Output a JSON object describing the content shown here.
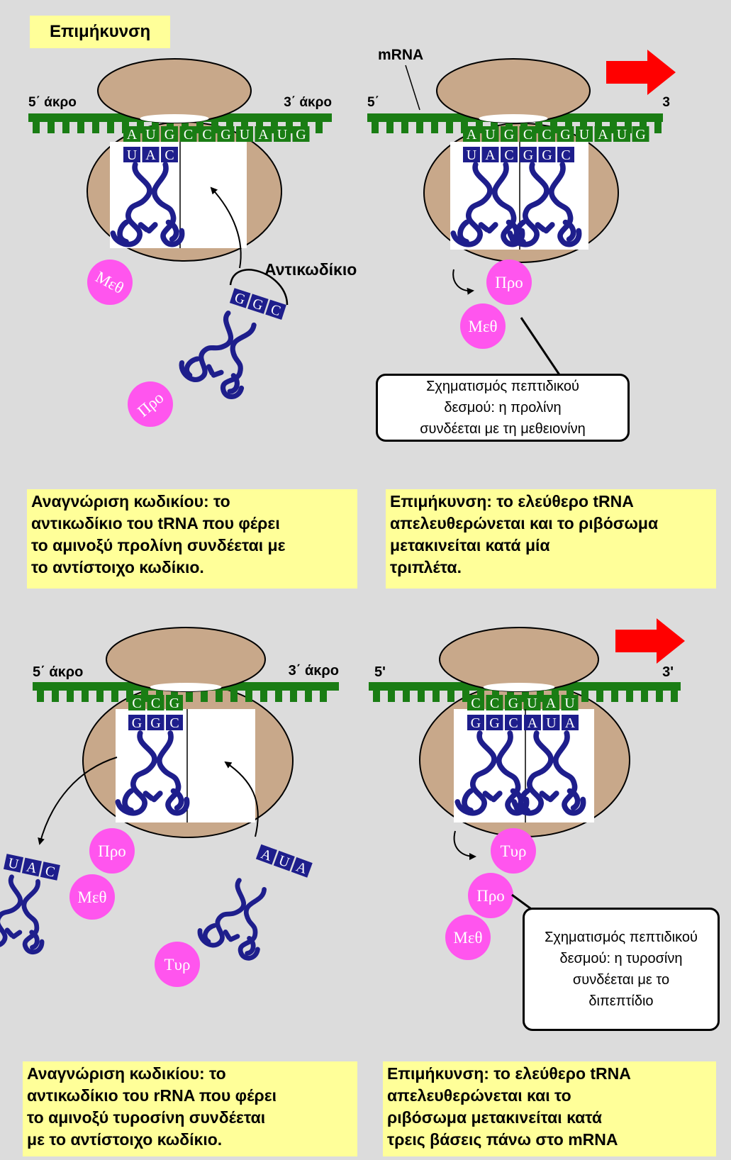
{
  "title": "Επιμήκυνση",
  "colors": {
    "mrna": "#1a7d14",
    "ribosome": "#c8a88a",
    "trna": "#1e1e8c",
    "amino": "#ff55ee",
    "arrow": "#ff0000",
    "caption": "#ffff99"
  },
  "panels": [
    {
      "end5": "5΄ άκρο",
      "end3": "3΄ άκρο",
      "mrna_label": "",
      "codons": [
        "A",
        "U",
        "G",
        "C",
        "C",
        "G",
        "U",
        "A",
        "U",
        "G"
      ],
      "bound_anticodons": [
        [
          "U",
          "A",
          "C"
        ]
      ],
      "incoming_anticodon": [
        "G",
        "G",
        "C"
      ],
      "amino_acids": [
        "Μεθ",
        "Προ"
      ],
      "label": "Αντικωδίκιο"
    },
    {
      "end5": "5΄",
      "end3": "3",
      "mrna_label": "mRNA",
      "codons": [
        "A",
        "U",
        "G",
        "C",
        "C",
        "G",
        "U",
        "A",
        "U",
        "G"
      ],
      "bound_anticodons": [
        [
          "U",
          "A",
          "C"
        ],
        [
          "G",
          "G",
          "C"
        ]
      ],
      "amino_acids": [
        "Προ",
        "Μεθ"
      ],
      "callout": "Σχηματισμός πεπτιδικού\nδεσμού: η προλίνη\nσυνδέεται με τη μεθειονίνη"
    },
    {
      "end5": "5΄ άκρο",
      "end3": "3΄ άκρο",
      "codons": [
        "C",
        "C",
        "G"
      ],
      "bound_anticodons": [
        [
          "G",
          "G",
          "C"
        ]
      ],
      "released_anticodon": [
        "U",
        "A",
        "C"
      ],
      "incoming_anticodon": [
        "A",
        "U",
        "A"
      ],
      "amino_acids": [
        "Προ",
        "Μεθ",
        "Τυρ"
      ]
    },
    {
      "end5": "5'",
      "end3": "3'",
      "codons": [
        "C",
        "C",
        "G",
        "U",
        "A",
        "U"
      ],
      "bound_anticodons": [
        [
          "G",
          "G",
          "C"
        ],
        [
          "A",
          "U",
          "A"
        ]
      ],
      "amino_acids": [
        "Τυρ",
        "Προ",
        "Μεθ"
      ],
      "callout": "Σχηματισμός πεπτιδικού\nδεσμού: η τυροσίνη\nσυνδέεται με το\nδιπεπτίδιο"
    }
  ],
  "captions": [
    "Αναγνώριση κωδικίου: το\nαντικωδίκιο του tRNA που φέρει\nτο αμινοξύ προλίνη συνδέεται με\nτο αντίστοιχο κωδίκιο.",
    "Επιμήκυνση: το ελεύθερο tRNA\nαπελευθερώνεται και το ριβόσωμα\nμετακινείται κατά μία\nτριπλέτα.",
    "Αναγνώριση κωδικίου: το\nαντικωδίκιο του rRNA που φέρει\nτο αμινοξύ τυροσίνη συνδέεται\nμε το αντίστοιχο κωδίκιο.",
    "Επιμήκυνση: το ελεύθερο tRNA\nαπελευθερώνεται και το\nριβόσωμα μετακινείται κατά\nτρεις βάσεις πάνω στο mRNA"
  ]
}
